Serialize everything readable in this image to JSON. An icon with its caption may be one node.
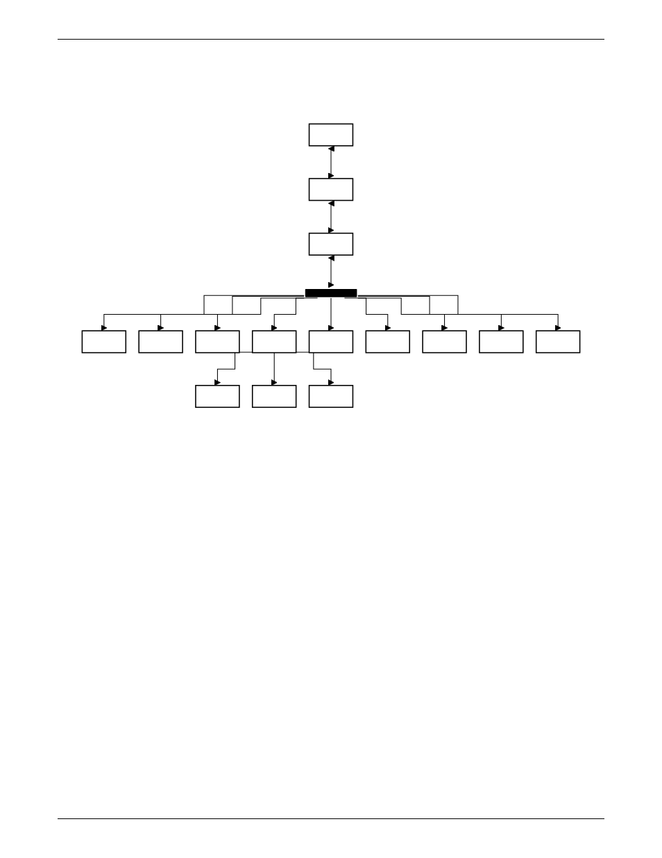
{
  "diagram": {
    "nodes": [
      {
        "text": [],
        "shape": "box"
      },
      {
        "text": [],
        "shape": "box"
      },
      {
        "text": [],
        "shape": "box"
      },
      {
        "text": [],
        "shape": "bar"
      },
      {
        "text": [],
        "shape": "box"
      },
      {
        "text": [],
        "shape": "box"
      },
      {
        "text": [],
        "shape": "box"
      },
      {
        "text": [],
        "shape": "box"
      },
      {
        "text": [],
        "shape": "box"
      },
      {
        "text": [],
        "shape": "box"
      },
      {
        "text": [],
        "shape": "box"
      },
      {
        "text": [],
        "shape": "box"
      },
      {
        "text": [],
        "shape": "box"
      },
      {
        "text": [],
        "shape": "box"
      },
      {
        "text": [],
        "shape": "box"
      },
      {
        "text": [],
        "shape": "box"
      }
    ],
    "edges": [
      {
        "from": 0,
        "to": 1,
        "arrow": "both"
      },
      {
        "from": 1,
        "to": 2,
        "arrow": "both"
      },
      {
        "from": 2,
        "to": 3,
        "arrow": "both"
      },
      {
        "from": 3,
        "to": 4,
        "arrow": "to"
      },
      {
        "from": 3,
        "to": 8,
        "arrow": "to"
      },
      {
        "from": 3,
        "to": 5,
        "arrow": "to"
      },
      {
        "from": 3,
        "to": 9,
        "arrow": "to"
      },
      {
        "from": 3,
        "to": 15,
        "arrow": "to"
      },
      {
        "from": 3,
        "to": 6,
        "arrow": "to"
      },
      {
        "from": 3,
        "to": 10,
        "arrow": "to"
      },
      {
        "from": 3,
        "to": 11,
        "arrow": "to"
      },
      {
        "from": 3,
        "to": 7,
        "arrow": "to"
      },
      {
        "from": 7,
        "to": 12,
        "arrow": "to"
      },
      {
        "from": 7,
        "to": 13,
        "arrow": "to"
      },
      {
        "from": 7,
        "to": 14,
        "arrow": "to"
      }
    ]
  }
}
